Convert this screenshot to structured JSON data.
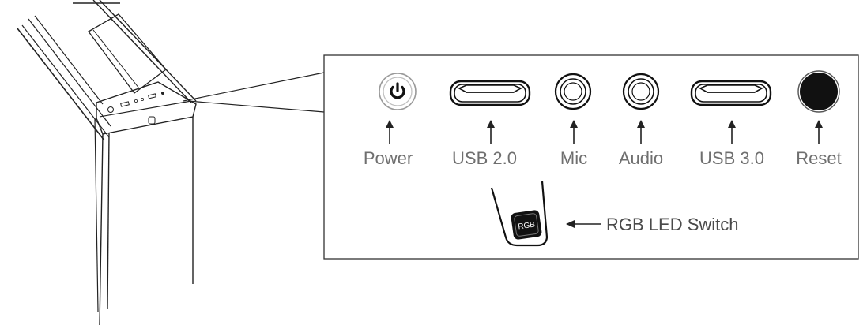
{
  "ports": [
    {
      "id": "power",
      "label": "Power",
      "icon": "power-button-icon"
    },
    {
      "id": "usb2",
      "label": "USB 2.0",
      "icon": "usb-port-icon"
    },
    {
      "id": "mic",
      "label": "Mic",
      "icon": "audio-jack-icon"
    },
    {
      "id": "audio",
      "label": "Audio",
      "icon": "audio-jack-icon"
    },
    {
      "id": "usb3",
      "label": "USB 3.0",
      "icon": "usb-port-icon"
    },
    {
      "id": "reset",
      "label": "Reset",
      "icon": "reset-button-icon"
    }
  ],
  "rgb_switch": {
    "label": "RGB LED Switch",
    "button_text": "RGB",
    "icon": "rgb-switch-icon"
  },
  "colors": {
    "line": "#222222",
    "label": "#6f6f6f",
    "reset_fill": "#111111",
    "switch_fill": "#111111"
  }
}
